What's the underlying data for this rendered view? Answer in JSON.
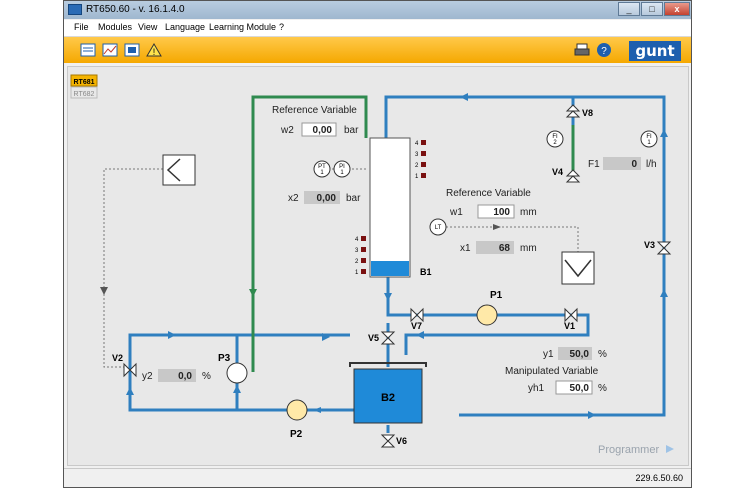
{
  "window": {
    "title": "RT650.60 - v. 16.1.4.0"
  },
  "menu": [
    "File",
    "Modules",
    "View",
    "Language",
    "Learning Module",
    "?"
  ],
  "toolbar": {
    "logo": "gunt"
  },
  "module_tabs": [
    "RT681",
    "RT682"
  ],
  "diagram": {
    "ref_var_w2_title": "Reference Variable",
    "w2_label": "w2",
    "w2_value": "0,00",
    "w2_unit": "bar",
    "x2_label": "x2",
    "x2_value": "0,00",
    "x2_unit": "bar",
    "ref_var_w1_title": "Reference Variable",
    "w1_label": "w1",
    "w1_value": "100",
    "w1_unit": "mm",
    "x1_label": "x1",
    "x1_value": "68",
    "x1_unit": "mm",
    "f1_label": "F1",
    "f1_value": "0",
    "f1_unit": "l/h",
    "y1_label": "y1",
    "y1_value": "50,0",
    "y1_unit": "%",
    "manip_title": "Manipulated Variable",
    "yh1_label": "yh1",
    "yh1_value": "50,0",
    "yh1_unit": "%",
    "y2_label": "y2",
    "y2_value": "0,0",
    "y2_unit": "%",
    "tank_b1": "B1",
    "tank_b2": "B2",
    "pump_p1": "P1",
    "pump_p2": "P2",
    "pump_p3": "P3",
    "valve_v1": "V1",
    "valve_v2": "V2",
    "valve_v3": "V3",
    "valve_v4": "V4",
    "valve_v5": "V5",
    "valve_v6": "V6",
    "valve_v7": "V7",
    "valve_v8": "V8",
    "sensor_pt": "PT",
    "sensor_pi": "PI",
    "sensor_one": "1",
    "sensor_two": "2",
    "sensor_lt": "LT",
    "sensor_fi_a": "FI",
    "sensor_fi_b": "FI",
    "level_marks": [
      "4",
      "3",
      "2",
      "1"
    ],
    "programmer": "Programmer"
  },
  "status": {
    "code": "229.6.50.60"
  },
  "colors": {
    "pipe_blue": "#2f7fbf",
    "pipe_green": "#2f8a4f",
    "water": "#1f8ad8",
    "toolbar": "#f5a800"
  }
}
